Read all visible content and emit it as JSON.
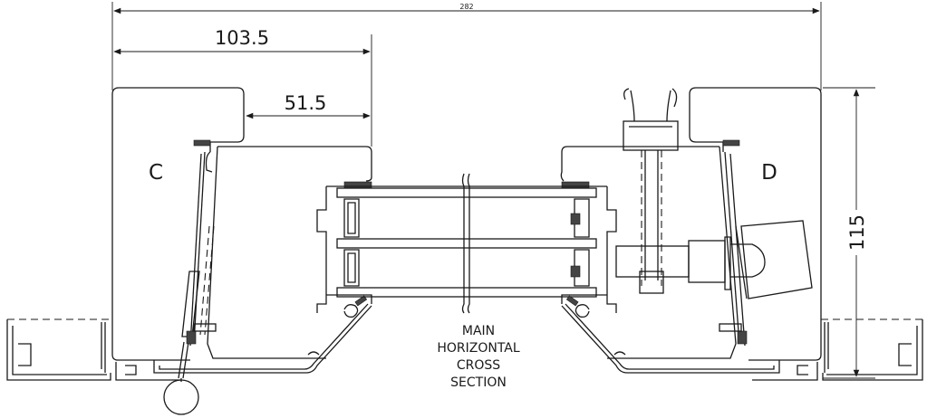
{
  "dimensions": {
    "overall_width": "282",
    "width_upper": "103.5",
    "width_inner": "51.5",
    "height": "115"
  },
  "labels": {
    "left_panel": "C",
    "right_panel": "D",
    "caption_line1": "MAIN",
    "caption_line2": "HORIZONTAL",
    "caption_line3": "CROSS",
    "caption_line4": "SECTION"
  },
  "colors": {
    "line": "#1a1a1a",
    "background": "#ffffff"
  }
}
